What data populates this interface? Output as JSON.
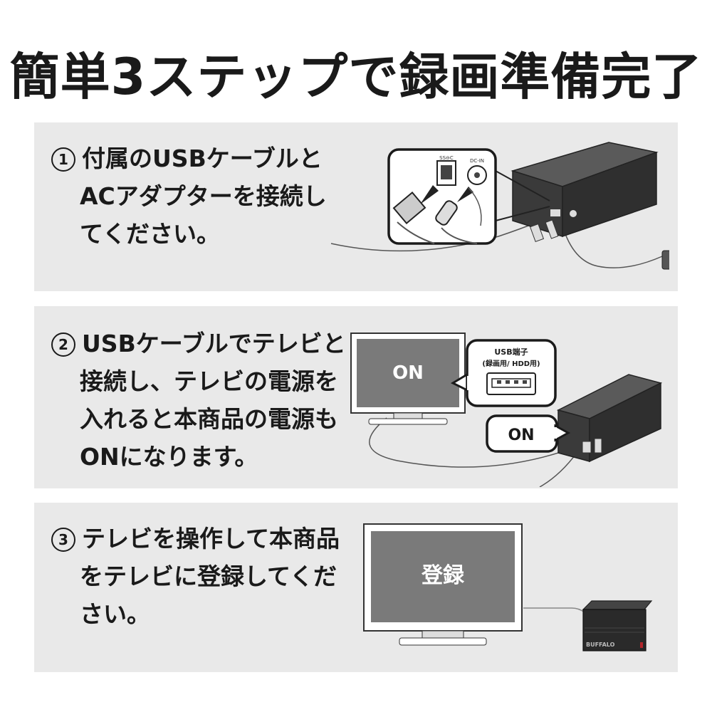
{
  "title": "簡単3ステップで録画準備完了",
  "steps": [
    {
      "number": "1",
      "lines": [
        "付属のUSBケーブルと",
        "ACアダプターを接続し",
        "てください。"
      ],
      "illustration": {
        "port_usb_label": "SS⊖C",
        "port_dc_label": "DC-IN"
      }
    },
    {
      "number": "2",
      "lines": [
        "USBケーブルでテレビと",
        "接続し、テレビの電源を",
        "入れると本商品の電源も",
        "ONになります。"
      ],
      "illustration": {
        "tv_screen_text": "ON",
        "bubble_port_title": "USB端子",
        "bubble_port_sub": "(録画用/ HDD用)",
        "bubble_on_text": "ON"
      }
    },
    {
      "number": "3",
      "lines": [
        "テレビを操作して本商品",
        "をテレビに登録してくだ",
        "さい。"
      ],
      "illustration": {
        "tv_screen_text": "登録",
        "device_brand": "BUFFALO"
      }
    }
  ],
  "colors": {
    "panel_bg": "#e9e9e9",
    "text": "#1a1a1a",
    "tv_screen": "#7a7a7a",
    "device_body": "#2a2a2a",
    "brand_red": "#b3262b"
  }
}
